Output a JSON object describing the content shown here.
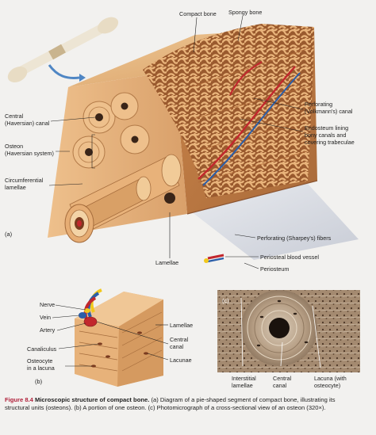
{
  "panel_a": {
    "letter": "(a)",
    "labels": {
      "compact_bone": "Compact bone",
      "spongy_bone": "Spongy bone",
      "central_canal": [
        "Central",
        "(Haversian) canal"
      ],
      "osteon": [
        "Osteon",
        "(Haversian system)"
      ],
      "circumferential_lamellae": [
        "Circumferential",
        "lamellae"
      ],
      "lamellae": "Lamellae",
      "perforating_canal": [
        "Perforating",
        "(Volkmann's) canal"
      ],
      "endosteum": [
        "Endosteum lining",
        "bony canals and",
        "covering trabeculae"
      ],
      "sharpeys_fibers": "Perforating (Sharpey's) fibers",
      "periosteal_vessel": "Periosteal blood vessel",
      "periosteum": "Periosteum"
    }
  },
  "panel_b": {
    "letter": "(b)",
    "labels": {
      "nerve": "Nerve",
      "vein": "Vein",
      "artery": "Artery",
      "canaliculus": "Canaliculus",
      "osteocyte": [
        "Osteocyte",
        "in a lacuna"
      ],
      "lamellae": "Lamellae",
      "central_canal": [
        "Central",
        "canal"
      ],
      "lacunae": "Lacunae"
    }
  },
  "panel_c": {
    "letter": "(c)",
    "labels": {
      "interstitial_lamellae": [
        "Interstitial",
        "lamellae"
      ],
      "central_canal": [
        "Central",
        "canal"
      ],
      "lacuna": [
        "Lacuna (with",
        "osteocyte)"
      ]
    }
  },
  "caption": {
    "fig_number": "Figure 8.4",
    "title": "Microscopic structure of compact bone.",
    "text": "(a) Diagram of a pie-shaped segment of compact bone, illustrating its structural units (osteons). (b) A portion of one osteon. (c) Photomicrograph of a cross-sectional view of an osteon (320×)."
  },
  "colors": {
    "bone": "#e3b47f",
    "bone_dark": "#b9824e",
    "spongy": "#c98a55",
    "artery": "#c2272d",
    "vein": "#2b5ea8",
    "nerve": "#f2c81c",
    "caption_accent": "#b0203a"
  }
}
